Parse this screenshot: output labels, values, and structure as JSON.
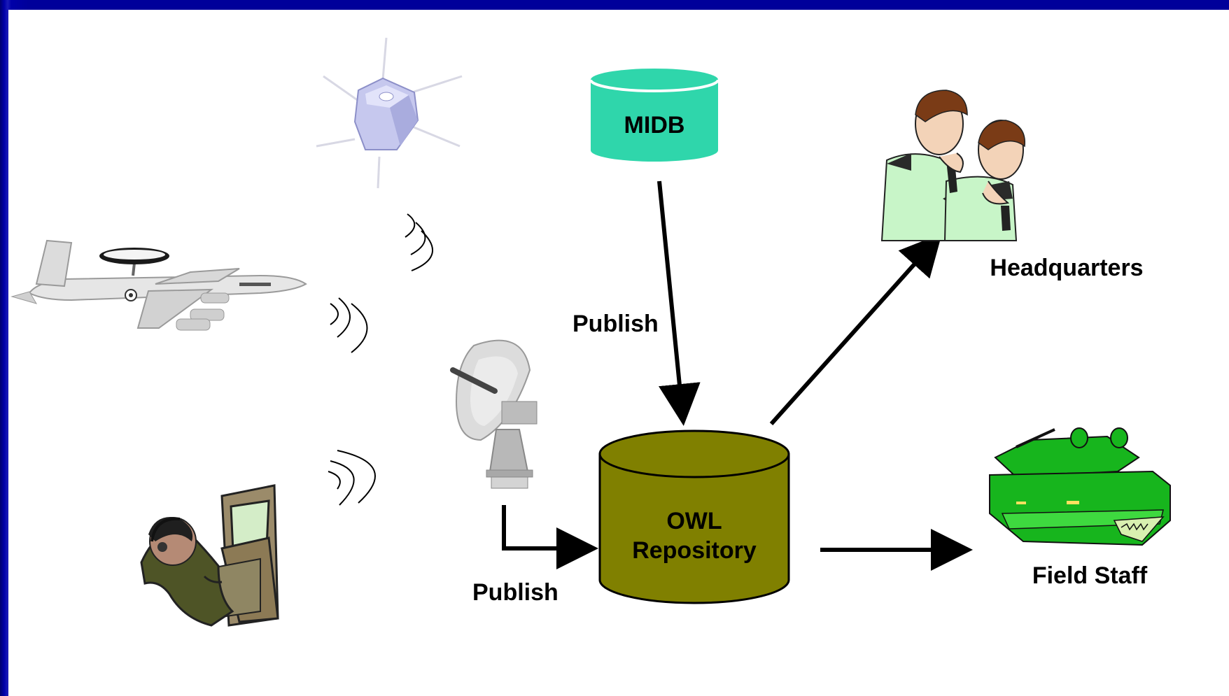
{
  "labels": {
    "midb": "MIDB",
    "repository_line1": "OWL",
    "repository_line2": "Repository",
    "publish_top": "Publish",
    "publish_bottom": "Publish",
    "headquarters": "Headquarters",
    "field_staff": "Field Staff"
  },
  "colors": {
    "slide_border": "#000099",
    "midb_fill": "#2fd6ab",
    "repository_fill": "#808000",
    "arrow": "#000000",
    "tank_fill": "#17b51d",
    "officer_shirt": "#c8f5c8"
  },
  "icons": [
    "satellite-icon",
    "awacs-aircraft-icon",
    "radar-dish-icon",
    "operator-console-icon",
    "officers-icon",
    "tank-icon"
  ]
}
